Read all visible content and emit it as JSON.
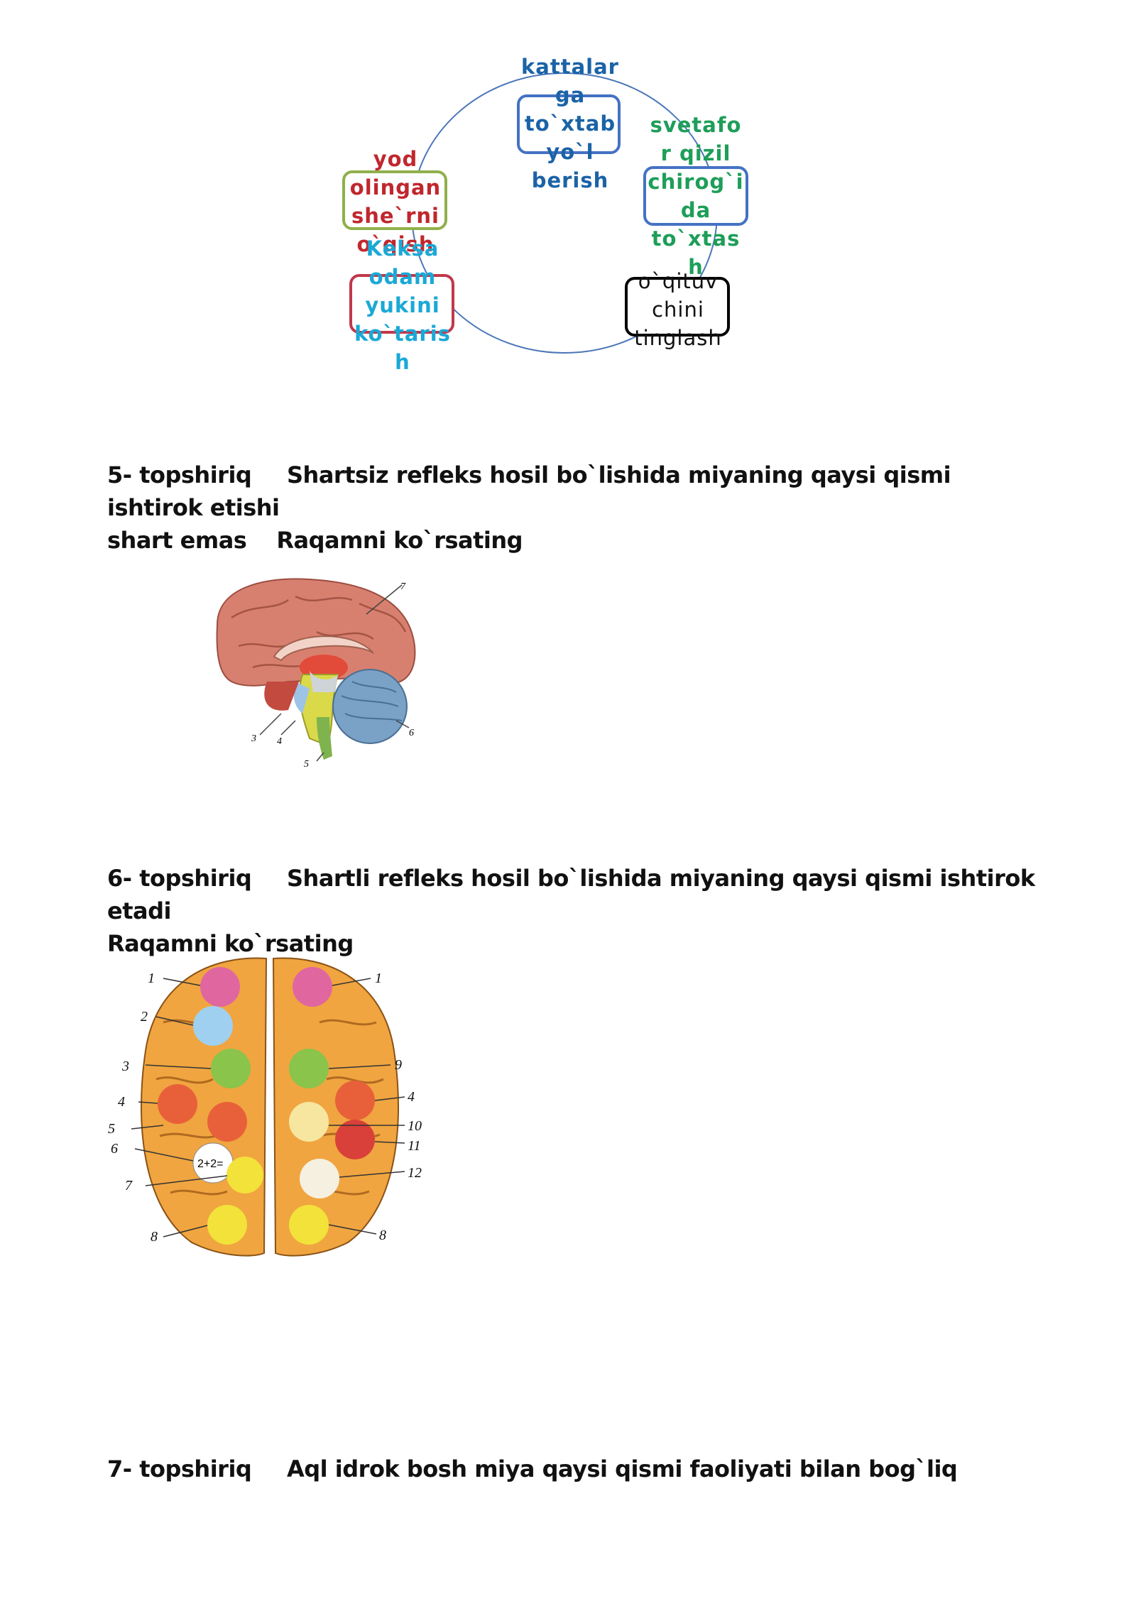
{
  "diagram": {
    "nodes": [
      {
        "id": "n1",
        "lines": [
          "kattalar",
          "ga",
          "to`xtab",
          "yo`l",
          "berish"
        ],
        "color": "#1b63a7",
        "border": "#4472c4"
      },
      {
        "id": "n2",
        "lines": [
          "svetafo",
          "r qizil",
          "chirog`i",
          "da",
          "to`xtas",
          "h"
        ],
        "color": "#1e9e59",
        "border": "#4472c4"
      },
      {
        "id": "n3",
        "lines": [
          "o`qituv",
          "chini",
          "tinglash"
        ],
        "color": "#111111",
        "border": "#000000"
      },
      {
        "id": "n4",
        "lines": [
          "yod",
          "olingan",
          "she`rni",
          "o`qish"
        ],
        "color": "#c0272d",
        "border": "#8fb04a"
      },
      {
        "id": "n5",
        "lines": [
          "Keksa",
          "odam",
          "yukini",
          "ko`taris",
          "h"
        ],
        "color": "#1aa9d6",
        "border": "#c0384b"
      }
    ]
  },
  "tasks": [
    {
      "num": "5- topshiriq",
      "line1": "Shartsiz refleks hosil bo`lishida miyaning qaysi qismi ishtirok etishi",
      "line2a": "shart emas",
      "line2b": "Raqamni ko`rsating"
    },
    {
      "num": "6- topshiriq",
      "line1": "Shartli refleks hosil bo`lishida miyaning qaysi qismi ishtirok etadi",
      "line2a": "Raqamni ko`rsating",
      "line2b": ""
    },
    {
      "num": "7- topshiriq",
      "line1": "Aql idrok bosh miya qaysi qismi faoliyati bilan bog`liq",
      "line2a": "",
      "line2b": ""
    }
  ],
  "figure1": {
    "labels": [
      "7",
      "3",
      "4",
      "5",
      "6"
    ]
  },
  "figure2": {
    "labels_left": [
      "1",
      "2",
      "3",
      "4",
      "5",
      "6",
      "7",
      "8"
    ],
    "labels_right": [
      "1",
      "9",
      "4",
      "10",
      "11",
      "12",
      "8"
    ],
    "formula": "2+2="
  }
}
